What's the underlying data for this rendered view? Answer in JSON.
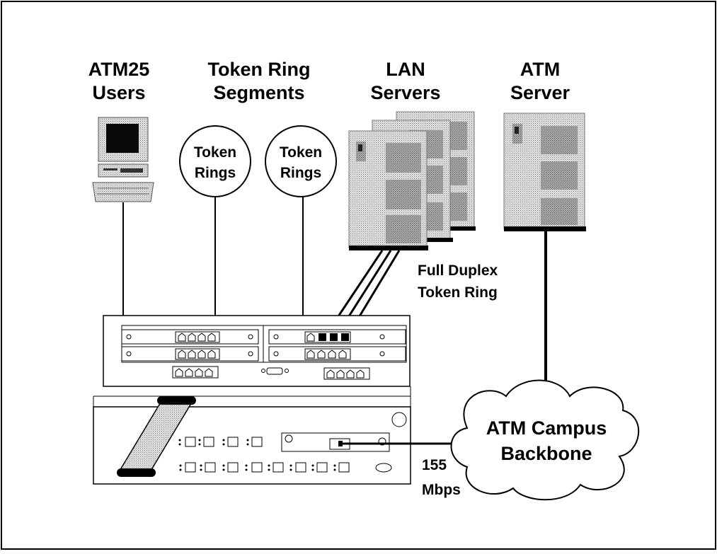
{
  "columns": {
    "atm25": {
      "line1": "ATM25",
      "line2": "Users"
    },
    "token_ring": {
      "line1": "Token Ring",
      "line2": "Segments"
    },
    "lan_servers": {
      "line1": "LAN",
      "line2": "Servers"
    },
    "atm_server": {
      "line1": "ATM",
      "line2": "Server"
    }
  },
  "rings": [
    {
      "line1": "Token",
      "line2": "Rings"
    },
    {
      "line1": "Token",
      "line2": "Rings"
    }
  ],
  "link_labels": {
    "full_duplex_line1": "Full Duplex",
    "full_duplex_line2": "Token Ring",
    "speed_line1": "155",
    "speed_line2": "Mbps"
  },
  "cloud": {
    "line1": "ATM Campus",
    "line2": "Backbone"
  }
}
